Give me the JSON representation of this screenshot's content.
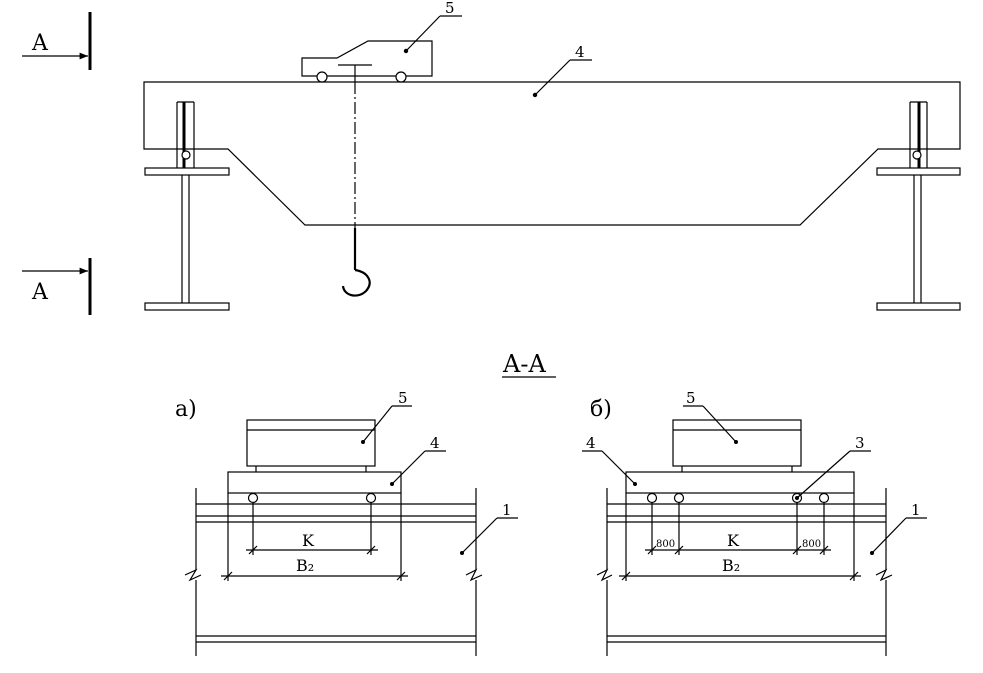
{
  "labels": {
    "section_arrow_top": "A",
    "section_arrow_bottom": "A",
    "section_title": "A-A",
    "variant_a": "а)",
    "variant_b": "б)",
    "leader_trolley_top": "5",
    "leader_bridge_top": "4",
    "a_trolley": "5",
    "a_bridge": "4",
    "a_rail": "1",
    "a_dim_k": "K",
    "a_dim_b2": "B₂",
    "b_trolley": "5",
    "b_bridge": "4",
    "b_wheel": "3",
    "b_rail": "1",
    "b_dim_left": "800",
    "b_dim_k": "K",
    "b_dim_right": "800",
    "b_dim_b2": "B₂"
  }
}
